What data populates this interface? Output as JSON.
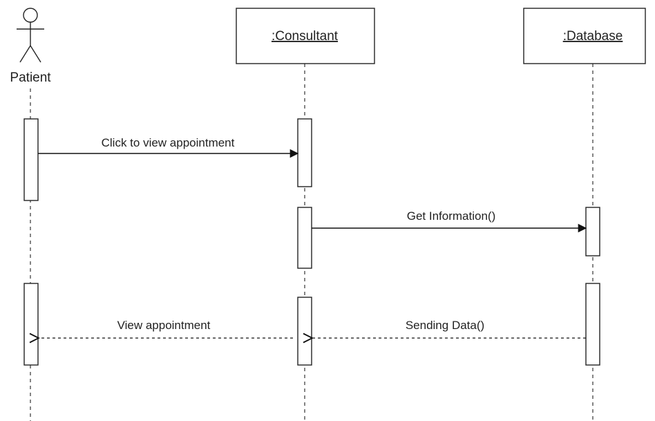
{
  "participants": {
    "patient": {
      "label": "Patient"
    },
    "consultant": {
      "label": ":Consultant"
    },
    "database": {
      "label": ":Database"
    }
  },
  "messages": {
    "m1": {
      "label": "Click to view appointment",
      "from": "patient",
      "to": "consultant",
      "kind": "sync"
    },
    "m2": {
      "label": "Get Information()",
      "from": "consultant",
      "to": "database",
      "kind": "sync"
    },
    "m3": {
      "label": "Sending Data()",
      "from": "database",
      "to": "consultant",
      "kind": "return"
    },
    "m4": {
      "label": "View appointment",
      "from": "consultant",
      "to": "patient",
      "kind": "return"
    }
  }
}
